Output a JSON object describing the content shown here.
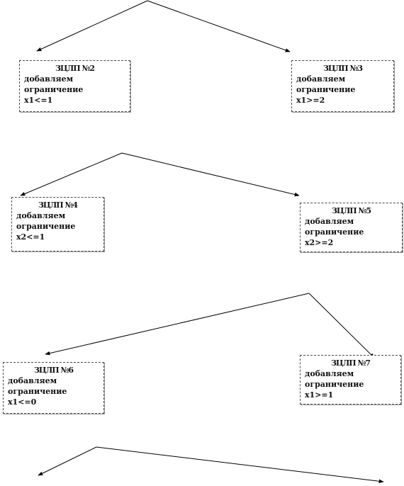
{
  "nodes": [
    {
      "id": "task2",
      "title": "ЗЦЛП №2",
      "line1": "добавляем",
      "line2": "ограничение",
      "constraint": "x1<=1"
    },
    {
      "id": "task3",
      "title": "ЗЦЛП №3",
      "line1": "добавляем",
      "line2": "ограничение",
      "constraint": "x1>=2"
    },
    {
      "id": "task4",
      "title": "ЗЦЛП №4",
      "line1": "добавляем",
      "line2": "ограничение",
      "constraint": "x2<=1"
    },
    {
      "id": "task5",
      "title": "ЗЦЛП №5",
      "line1": "добавляем",
      "line2": "ограничение",
      "constraint": "x2>=2"
    },
    {
      "id": "task6",
      "title": "ЗЦЛП №6",
      "line1": "добавляем",
      "line2": "ограничение",
      "constraint": "x1<=0"
    },
    {
      "id": "task7",
      "title": "ЗЦЛП №7",
      "line1": "добавляем",
      "line2": "ограничение",
      "constraint": "x1>=1"
    }
  ],
  "line_color": "#000000"
}
